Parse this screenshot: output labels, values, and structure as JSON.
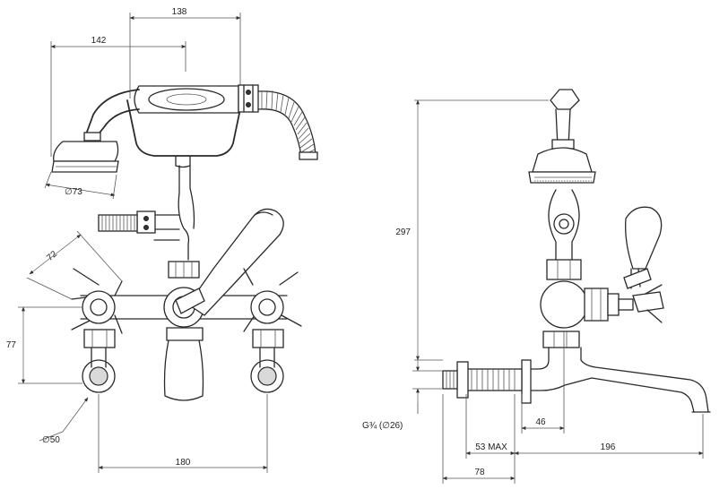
{
  "front_view": {
    "dim_handshower_width": "138",
    "dim_handshower_offset": "142",
    "dim_head_diameter": "∅73",
    "dim_handle_angle": "72",
    "dim_height": "77",
    "dim_inlet_diameter": "∅50",
    "dim_centres": "180"
  },
  "side_view": {
    "dim_total_height": "297",
    "dim_thread": "G¾ (∅26)",
    "dim_spout_offset": "46",
    "dim_wall_max": "53 MAX",
    "dim_spout_reach": "196",
    "dim_wall_min": "78"
  }
}
